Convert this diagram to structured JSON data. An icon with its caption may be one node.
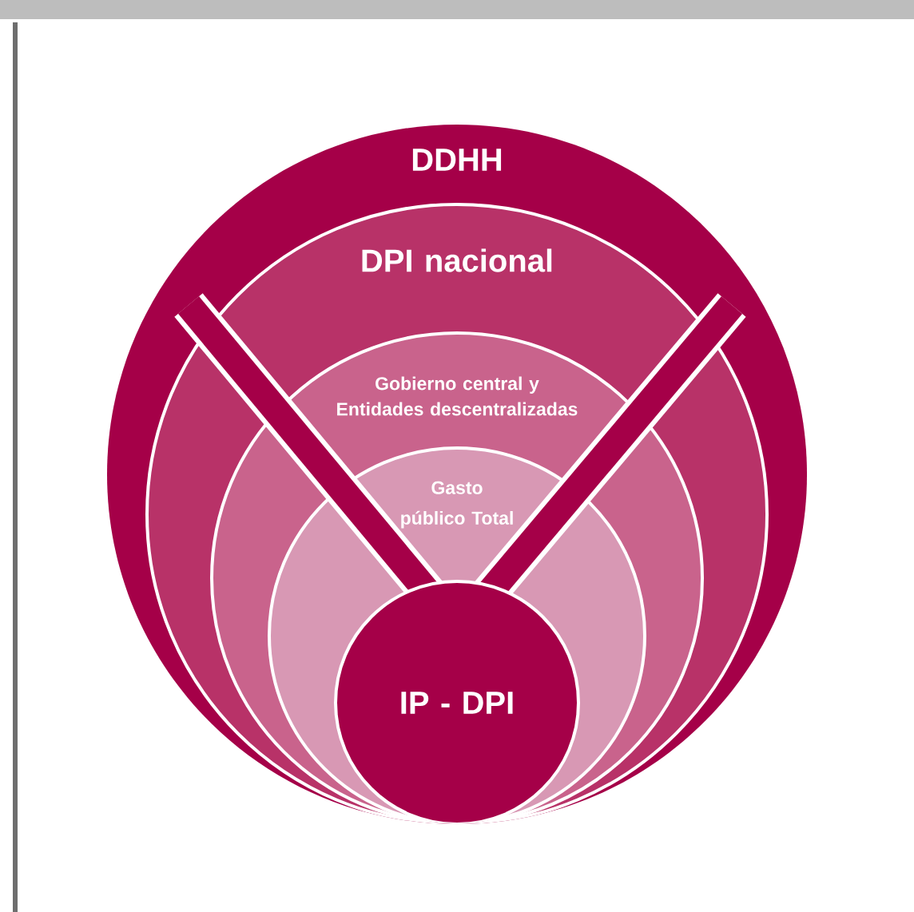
{
  "diagram": {
    "nodes": [
      {
        "text": [
          "DDHH"
        ]
      },
      {
        "text": [
          "DPI nacional"
        ],
        "in": 0
      },
      {
        "text": [
          "Gobierno central y Entidades descentralizadas"
        ],
        "in": 1
      },
      {
        "text": [
          "Gasto público Total"
        ],
        "in": 2
      },
      {
        "text": [
          "IP - DPI"
        ],
        "in": 3
      }
    ]
  }
}
